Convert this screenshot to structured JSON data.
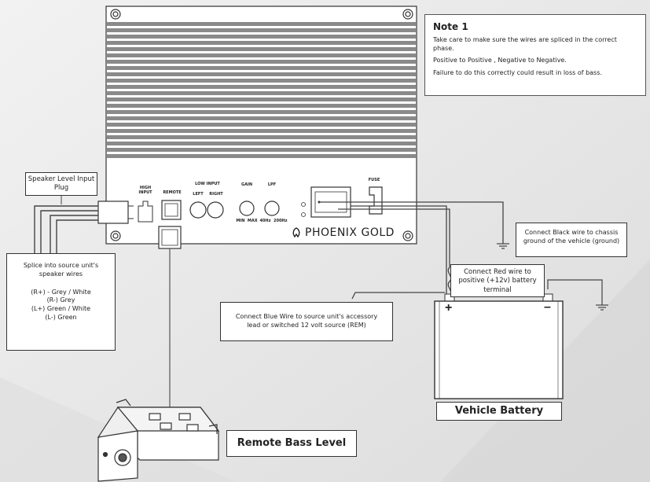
{
  "note": {
    "title": "Note 1",
    "lines": [
      "Take care to make sure the wires are spliced in the correct phase.",
      "Positive to Positive , Negative to Negative.",
      "Failure to do this correctly could result in loss of bass."
    ]
  },
  "labels": {
    "speaker_plug": "Speaker Level Input Plug",
    "splice_title": "Splice into source unit's speaker wires",
    "splice_lines": [
      "(R+) - Grey / White",
      "(R-) Grey",
      "(L+) Green / White",
      "(L-) Green"
    ],
    "black_wire": "Connect Black wire to chassis ground of the vehicle (ground)",
    "red_wire": "Connect Red wire to positive (+12v) battery terminal",
    "blue_wire": "Connect Blue Wire to source unit's accessory lead or switched 12 volt source (REM)",
    "battery": "Vehicle Battery",
    "remote_bass": "Remote Bass Level"
  },
  "amp_panel": {
    "high_input": "HIGH INPUT",
    "remote": "REMOTE",
    "low_input": "LOW INPUT",
    "left": "LEFT",
    "right": "RIGHT",
    "gain": "GAIN",
    "min_max": "MIN  MAX",
    "lpf": "LPF",
    "lpf_range": "40Hz  200Hz",
    "fuse": "FUSE",
    "brand": "PHOENIX GOLD"
  },
  "battery_terminals": {
    "positive": "+",
    "negative": "–"
  }
}
